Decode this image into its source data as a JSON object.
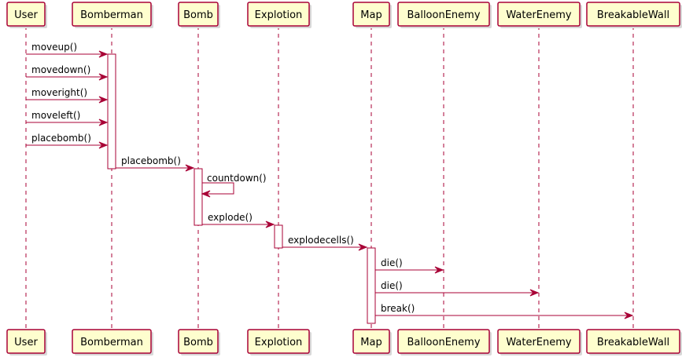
{
  "diagram": {
    "type": "sequence",
    "participants": [
      {
        "id": "user",
        "label": "User"
      },
      {
        "id": "bomberman",
        "label": "Bomberman"
      },
      {
        "id": "bomb",
        "label": "Bomb"
      },
      {
        "id": "explotion",
        "label": "Explotion"
      },
      {
        "id": "map",
        "label": "Map"
      },
      {
        "id": "balloonenemy",
        "label": "BalloonEnemy"
      },
      {
        "id": "waterenemy",
        "label": "WaterEnemy"
      },
      {
        "id": "breakablewall",
        "label": "BreakableWall"
      }
    ],
    "messages": [
      {
        "from": "user",
        "to": "bomberman",
        "label": "moveup()"
      },
      {
        "from": "user",
        "to": "bomberman",
        "label": "movedown()"
      },
      {
        "from": "user",
        "to": "bomberman",
        "label": "moveright()"
      },
      {
        "from": "user",
        "to": "bomberman",
        "label": "moveleft()"
      },
      {
        "from": "user",
        "to": "bomberman",
        "label": "placebomb()"
      },
      {
        "from": "bomberman",
        "to": "bomb",
        "label": "placebomb()"
      },
      {
        "from": "bomb",
        "to": "bomb",
        "label": "countdown()"
      },
      {
        "from": "bomb",
        "to": "explotion",
        "label": "explode()"
      },
      {
        "from": "explotion",
        "to": "map",
        "label": "explodecells()"
      },
      {
        "from": "map",
        "to": "balloonenemy",
        "label": "die()"
      },
      {
        "from": "map",
        "to": "waterenemy",
        "label": "die()"
      },
      {
        "from": "map",
        "to": "breakablewall",
        "label": "break()"
      }
    ],
    "colors": {
      "box_fill": "#FEFECE",
      "line": "#A80036",
      "text": "#000000"
    }
  }
}
